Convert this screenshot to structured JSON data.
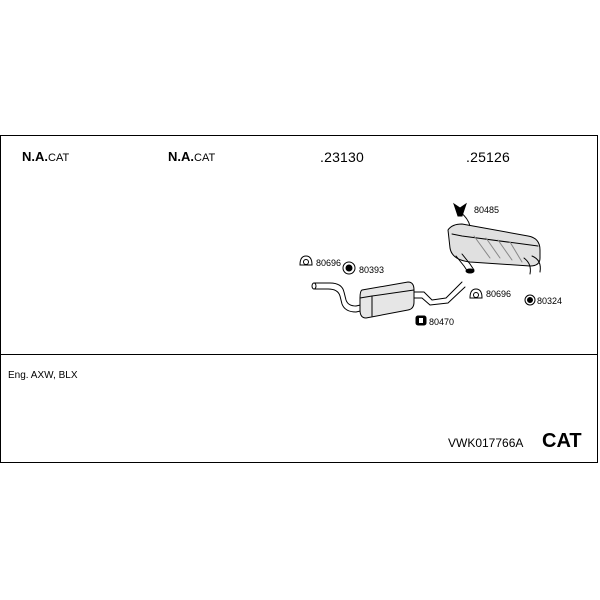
{
  "header": {
    "col1_main": "N.A.",
    "col1_sub": "CAT",
    "col2_main": "N.A.",
    "col2_sub": "CAT",
    "col3": ".23130",
    "col4": ".25126"
  },
  "parts": {
    "p80485": "80485",
    "p80696_a": "80696",
    "p80393": "80393",
    "p80696_b": "80696",
    "p80324": "80324",
    "p80470": "80470"
  },
  "footer": {
    "engine": "Eng. AXW, BLX",
    "code": "VWK017766A",
    "category": "CAT"
  }
}
